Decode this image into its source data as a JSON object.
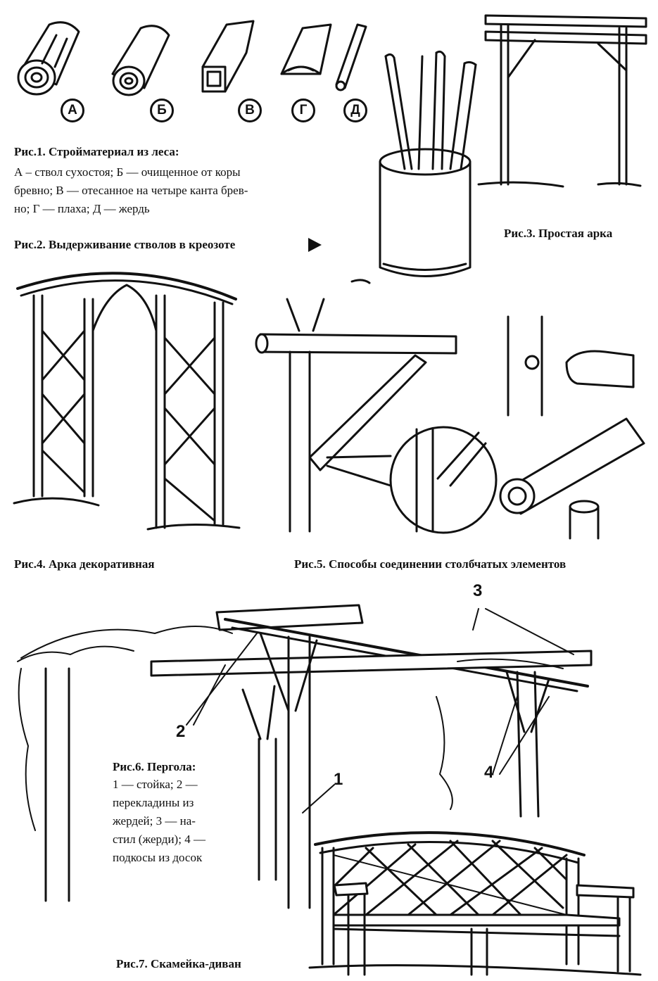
{
  "labels": {
    "a": "А",
    "b": "Б",
    "v": "В",
    "g": "Г",
    "d": "Д"
  },
  "fig1": {
    "title": "Рис.1. Стройматериал из леса:",
    "line1": "А  – ствол сухостоя; Б — очищенное от коры",
    "line2": "бревно; В — отесанное на четыре канта брев-",
    "line3": "но; Г — плаха; Д — жердь"
  },
  "fig2": {
    "title": "Рис.2. Выдерживание стволов в креозоте"
  },
  "fig3": {
    "title": "Рис.3. Простая арка"
  },
  "fig4": {
    "title": "Рис.4. Арка декоративная"
  },
  "fig5": {
    "title": "Рис.5. Способы соединении столбчатых элементов"
  },
  "fig6": {
    "title": "Рис.6. Пергола:",
    "line1": "1 — стойка;  2 —",
    "line2": "перекладины из",
    "line3": "жердей; 3 — на-",
    "line4": "стил (жерди); 4 —",
    "line5": "подкосы из досок",
    "callout1": "1",
    "callout2": "2",
    "callout3": "3",
    "callout4": "4"
  },
  "fig7": {
    "title": "Рис.7. Скамейка-диван"
  }
}
